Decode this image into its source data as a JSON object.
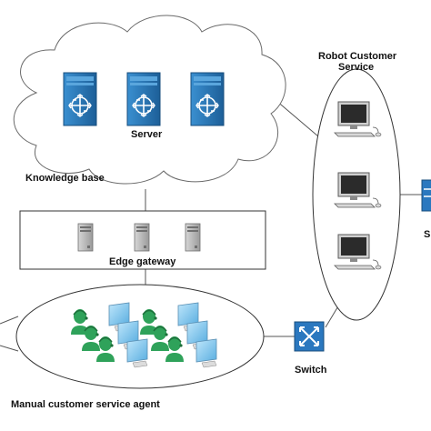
{
  "diagram": {
    "labels": {
      "server": "Server",
      "knowledge_base": "Knowledge base",
      "edge_gateway": "Edge gateway",
      "robot_service_line1": "Robot Customer",
      "robot_service_line2": "Service",
      "switch": "Switch",
      "manual_agent": "Manual customer service agent",
      "edge_partial": "S"
    },
    "colors": {
      "server_blue": "#2f7fc0",
      "server_dark": "#1c5d94",
      "switch_blue": "#2b78bf",
      "agent_green": "#2fa25a",
      "monitor_blue": "#7ec3ec",
      "gateway_gray": "#b8b8b8",
      "pc_gray": "#c9c9c9",
      "line": "#555555"
    }
  }
}
